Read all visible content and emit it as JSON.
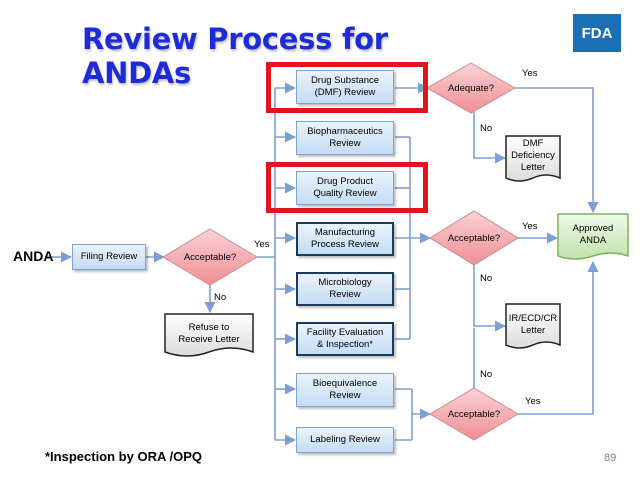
{
  "title": "Review Process for ANDAs",
  "logo_text": "FDA",
  "anda_label": "ANDA",
  "footnote": "*Inspection by ORA /OPQ",
  "page_number": "89",
  "colors": {
    "title": "#1f2bd6",
    "highlight_border": "#e0161e",
    "diamond_fill": "#f2a3a7",
    "box_fill": "#c4dcf4",
    "approved_fill": "#d2ecc4",
    "connector": "#7f9fd3",
    "logo_bg": "#1a6fb5"
  },
  "nodes": {
    "filing": "Filing Review",
    "acceptable_1": "Acceptable?",
    "refuse_letter": [
      "Refuse to",
      "Receive Letter"
    ],
    "drug_substance": [
      "Drug Substance",
      "(DMF) Review"
    ],
    "biopharm": [
      "Biopharmaceutics",
      "Review"
    ],
    "drug_product": [
      "Drug Product",
      "Quality Review"
    ],
    "manufacturing": [
      "Manufacturing",
      "Process Review"
    ],
    "microbiology": [
      "Microbiology",
      "Review"
    ],
    "facility": [
      "Facility Evaluation",
      "& Inspection*"
    ],
    "bioequivalence": [
      "Bioequivalence",
      "Review"
    ],
    "labeling": "Labeling Review",
    "adequate": "Adequate?",
    "acceptable_2": "Acceptable?",
    "acceptable_3": "Acceptable?",
    "dmf_letter": [
      "DMF",
      "Deficiency",
      "Letter"
    ],
    "ir_letter": [
      "IR/ECD/CR",
      "Letter"
    ],
    "approved": [
      "Approved",
      "ANDA"
    ]
  },
  "edge_labels": {
    "yes_1": "Yes",
    "no_1": "No",
    "yes_adequate": "Yes",
    "no_adequate": "No",
    "yes_2": "Yes",
    "no_2": "No",
    "no_3": "No",
    "yes_3": "Yes"
  }
}
